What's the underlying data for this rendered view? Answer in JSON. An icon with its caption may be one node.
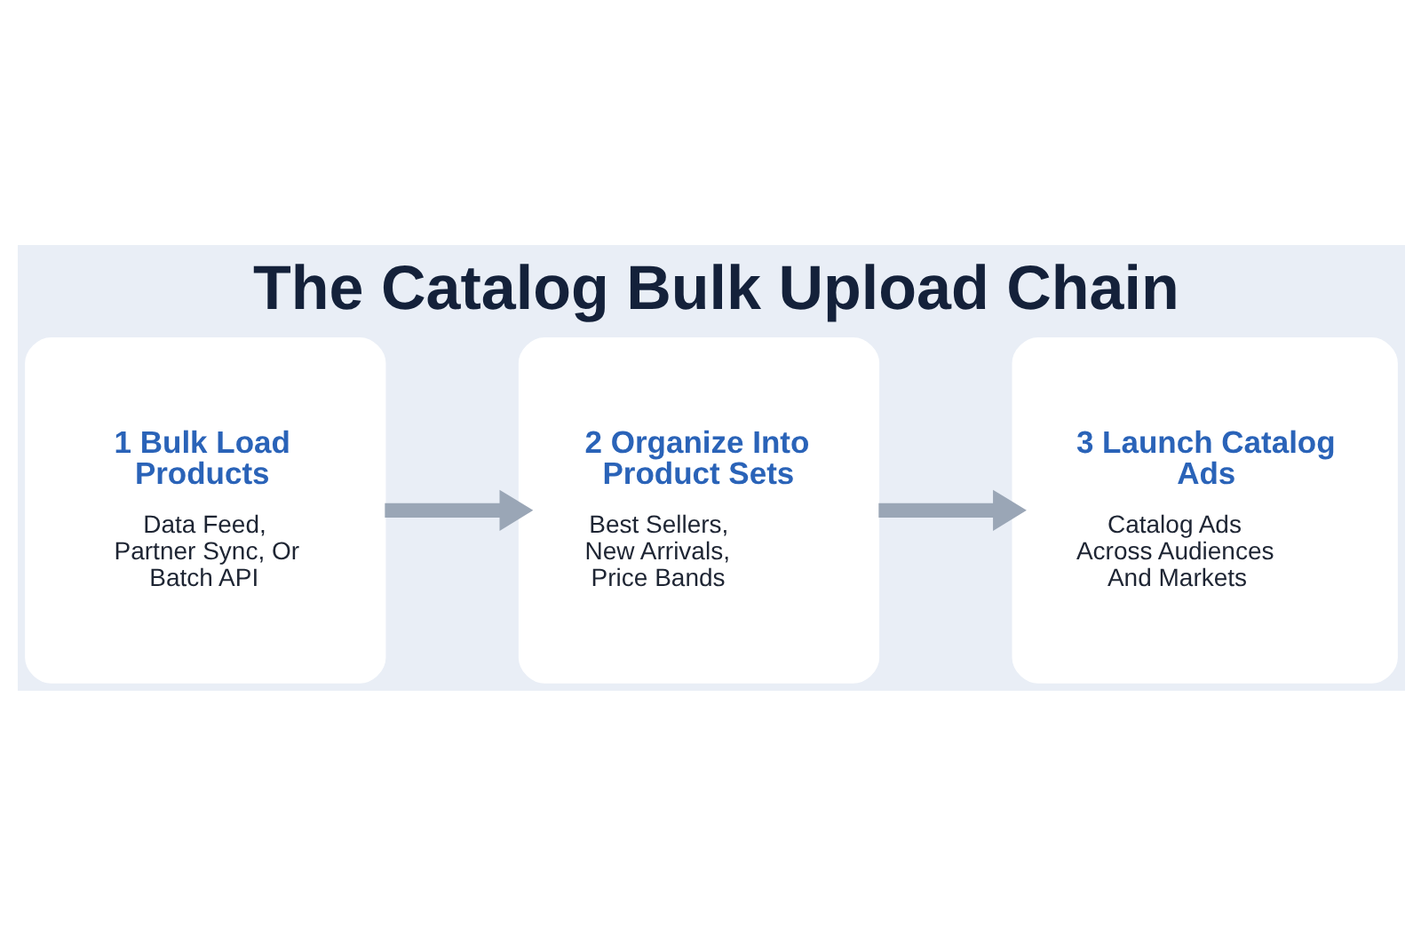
{
  "diagram": {
    "title": "The Catalog Bulk Upload Chain",
    "nodes": [
      {
        "text": [
          "1 Bulk Load Products",
          "Data Feed, Partner Sync, Or Batch API"
        ]
      },
      {
        "text": [
          "2 Organize Into Product Sets",
          "Best Sellers, New Arrivals, Price Bands"
        ]
      },
      {
        "text": [
          "3 Launch Catalog Ads",
          "Catalog Ads Across Audiences And Markets"
        ]
      }
    ],
    "edges": [
      {
        "from": 0,
        "to": 1,
        "arrow": "to"
      },
      {
        "from": 1,
        "to": 2,
        "arrow": "to"
      }
    ]
  }
}
